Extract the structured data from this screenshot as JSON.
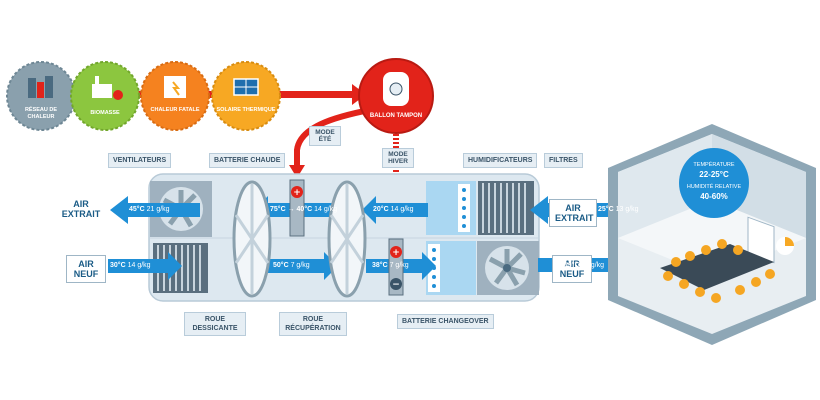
{
  "sources": [
    {
      "label": "RÉSEAU DE CHALEUR",
      "icon": "district-heating-icon"
    },
    {
      "label": "BIOMASSE",
      "icon": "biomass-factory-icon"
    },
    {
      "label": "CHALEUR FATALE",
      "icon": "waste-heat-icon"
    },
    {
      "label": "SOLAIRE THERMIQUE",
      "icon": "solar-panel-icon"
    }
  ],
  "tank": {
    "label": "BALLON TAMPON",
    "icon": "buffer-tank-icon"
  },
  "modes": {
    "ete": "MODE ÉTÉ",
    "hiver": "MODE HIVER"
  },
  "components": {
    "ventilateurs": "VENTILATEURS",
    "batterie_chaude": "BATTERIE CHAUDE",
    "humidificateurs": "HUMIDIFICATEURS",
    "filtres": "FILTRES",
    "roue_dessicante": "ROUE DESSICANTE",
    "roue_recuperation": "ROUE RÉCUPÉRATION",
    "batterie_changeover": "BATTERIE CHANGEOVER"
  },
  "air": {
    "extrait_left": "AIR EXTRAIT",
    "neuf_left": "AIR NEUF",
    "extrait_right": "AIR EXTRAIT",
    "neuf_right": "AIR NEUF"
  },
  "flows": {
    "extract_out": {
      "temp": "45°C",
      "hum": "21 g/kg"
    },
    "after_hot": {
      "temp": "75°C → 40°C",
      "hum": "14 g/kg"
    },
    "extract_mid": {
      "temp": "20°C",
      "hum": "14 g/kg"
    },
    "extract_in": {
      "temp": "25°C",
      "hum": "13 g/kg"
    },
    "fresh_in": {
      "temp": "30°C",
      "hum": "14 g/kg"
    },
    "fresh_mid1": {
      "temp": "50°C",
      "hum": "7 g/kg"
    },
    "fresh_mid2": {
      "temp": "38°C",
      "hum": "7 g/kg"
    },
    "fresh_out": {
      "temp": "19°C",
      "hum": "11 g/kg"
    }
  },
  "room": {
    "temp_label": "TEMPÉRATURE",
    "temp_value": "22-25°C",
    "hum_label": "HUMIDITÉ RELATIVE",
    "hum_value": "40-60%"
  },
  "colors": {
    "pipe_red": "#e2231a",
    "air_blue": "#1f8fd6",
    "unit_bg": "#dde8f0",
    "room_wall": "#8ea7b6",
    "room_bubble": "#1f8fd6",
    "source_gray": "#8aa0ad",
    "source_green": "#8cc63f",
    "source_orange": "#f5821f",
    "source_yellow": "#f7a823"
  }
}
